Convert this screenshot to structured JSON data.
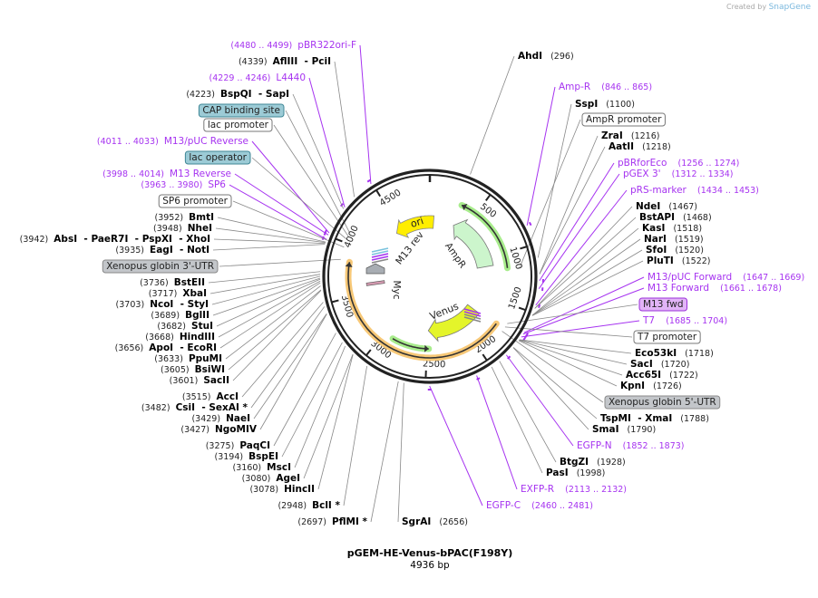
{
  "credit": {
    "prefix": "Created by",
    "brand": "SnapGene"
  },
  "plasmid": {
    "name": "pGEM-HE-Venus-bPAC(F198Y)",
    "length_label": "4936 bp",
    "length": 4936
  },
  "colors": {
    "primer": "#a633f0",
    "line": "#888888",
    "teal_box": "#9ccbd6",
    "gray_box": "#c3c6ca",
    "purple_box": "#e2b4f7",
    "ori": "#ffee00",
    "ampr": "#ccf5cc",
    "venus": "#e4f52a",
    "orange_arc": "#f7c877",
    "green_arc": "#a8ec8c"
  },
  "ticks": [
    "500",
    "1000",
    "1500",
    "2000",
    "2500",
    "3000",
    "3500",
    "4000",
    "4500"
  ],
  "left_labels": [
    {
      "type": "primer",
      "pos": "4480 .. 4499",
      "name": "pBR322ori-F"
    },
    {
      "type": "site",
      "pos": "4339",
      "names": [
        "AflIII",
        "PciI"
      ]
    },
    {
      "type": "primer",
      "pos": "4229 .. 4246",
      "name": "L4440"
    },
    {
      "type": "site",
      "pos": "4223",
      "names": [
        "BspQI",
        "SapI"
      ]
    },
    {
      "type": "feature",
      "name": "CAP binding site",
      "style": "teal"
    },
    {
      "type": "feature",
      "name": "lac promoter",
      "style": "white"
    },
    {
      "type": "primer",
      "pos": "4011 .. 4033",
      "name": "M13/pUC Reverse"
    },
    {
      "type": "feature",
      "name": "lac operator",
      "style": "teal"
    },
    {
      "type": "primer",
      "pos": "3998 .. 4014",
      "name": "M13 Reverse"
    },
    {
      "type": "primer",
      "pos": "3963 .. 3980",
      "name": "SP6"
    },
    {
      "type": "feature",
      "name": "SP6 promoter",
      "style": "white"
    },
    {
      "type": "site",
      "pos": "3952",
      "names": [
        "BmtI"
      ]
    },
    {
      "type": "site",
      "pos": "3948",
      "names": [
        "NheI"
      ]
    },
    {
      "type": "site",
      "pos": "3942",
      "names": [
        "AbsI",
        "PaeR7I",
        "PspXI",
        "XhoI"
      ]
    },
    {
      "type": "site",
      "pos": "3935",
      "names": [
        "EagI",
        "NotI"
      ]
    },
    {
      "type": "feature",
      "name": "Xenopus globin 3'-UTR",
      "style": "gray"
    },
    {
      "type": "site",
      "pos": "3736",
      "names": [
        "BstEII"
      ]
    },
    {
      "type": "site",
      "pos": "3717",
      "names": [
        "XbaI"
      ]
    },
    {
      "type": "site",
      "pos": "3703",
      "names": [
        "NcoI",
        "StyI"
      ]
    },
    {
      "type": "site",
      "pos": "3689",
      "names": [
        "BglII"
      ]
    },
    {
      "type": "site",
      "pos": "3682",
      "names": [
        "StuI"
      ]
    },
    {
      "type": "site",
      "pos": "3668",
      "names": [
        "HindIII"
      ]
    },
    {
      "type": "site",
      "pos": "3656",
      "names": [
        "ApoI",
        "EcoRI"
      ]
    },
    {
      "type": "site",
      "pos": "3633",
      "names": [
        "PpuMI"
      ]
    },
    {
      "type": "site",
      "pos": "3605",
      "names": [
        "BsiWI"
      ]
    },
    {
      "type": "site",
      "pos": "3601",
      "names": [
        "SacII"
      ]
    },
    {
      "type": "site",
      "pos": "3515",
      "names": [
        "AccI"
      ]
    },
    {
      "type": "site",
      "pos": "3482",
      "names": [
        "CsiI",
        "SexAI *"
      ]
    },
    {
      "type": "site",
      "pos": "3429",
      "names": [
        "NaeI"
      ]
    },
    {
      "type": "site",
      "pos": "3427",
      "names": [
        "NgoMIV"
      ]
    },
    {
      "type": "site",
      "pos": "3275",
      "names": [
        "PaqCI"
      ]
    },
    {
      "type": "site",
      "pos": "3194",
      "names": [
        "BspEI"
      ]
    },
    {
      "type": "site",
      "pos": "3160",
      "names": [
        "MscI"
      ]
    },
    {
      "type": "site",
      "pos": "3080",
      "names": [
        "AgeI"
      ]
    },
    {
      "type": "site",
      "pos": "3078",
      "names": [
        "HincII"
      ]
    },
    {
      "type": "site",
      "pos": "2948",
      "names": [
        "BclI *"
      ]
    },
    {
      "type": "site",
      "pos": "2697",
      "names": [
        "PflMI *"
      ]
    }
  ],
  "right_labels": [
    {
      "type": "site",
      "pos": "296",
      "names": [
        "AhdI"
      ]
    },
    {
      "type": "primer",
      "pos": "846 .. 865",
      "name": "Amp-R"
    },
    {
      "type": "site",
      "pos": "1100",
      "names": [
        "SspI"
      ]
    },
    {
      "type": "feature",
      "name": "AmpR promoter",
      "style": "white"
    },
    {
      "type": "site",
      "pos": "1216",
      "names": [
        "ZraI"
      ]
    },
    {
      "type": "site",
      "pos": "1218",
      "names": [
        "AatII"
      ]
    },
    {
      "type": "primer",
      "pos": "1256 .. 1274",
      "name": "pBRforEco"
    },
    {
      "type": "primer",
      "pos": "1312 .. 1334",
      "name": "pGEX 3'"
    },
    {
      "type": "primer",
      "pos": "1434 .. 1453",
      "name": "pRS-marker"
    },
    {
      "type": "site",
      "pos": "1467",
      "names": [
        "NdeI"
      ]
    },
    {
      "type": "site",
      "pos": "1468",
      "names": [
        "BstAPI"
      ]
    },
    {
      "type": "site",
      "pos": "1518",
      "names": [
        "KasI"
      ]
    },
    {
      "type": "site",
      "pos": "1519",
      "names": [
        "NarI"
      ]
    },
    {
      "type": "site",
      "pos": "1520",
      "names": [
        "SfoI"
      ]
    },
    {
      "type": "site",
      "pos": "1522",
      "names": [
        "PluTI"
      ]
    },
    {
      "type": "primer",
      "pos": "1647 .. 1669",
      "name": "M13/pUC Forward"
    },
    {
      "type": "primer",
      "pos": "1661 .. 1678",
      "name": "M13 Forward"
    },
    {
      "type": "feature",
      "name": "M13 fwd",
      "style": "purple"
    },
    {
      "type": "primer",
      "pos": "1685 .. 1704",
      "name": "T7"
    },
    {
      "type": "feature",
      "name": "T7 promoter",
      "style": "white"
    },
    {
      "type": "site",
      "pos": "1718",
      "names": [
        "Eco53kI"
      ]
    },
    {
      "type": "site",
      "pos": "1720",
      "names": [
        "SacI"
      ]
    },
    {
      "type": "site",
      "pos": "1722",
      "names": [
        "Acc65I"
      ]
    },
    {
      "type": "site",
      "pos": "1726",
      "names": [
        "KpnI"
      ]
    },
    {
      "type": "feature",
      "name": "Xenopus globin 5'-UTR",
      "style": "gray"
    },
    {
      "type": "site",
      "pos": "1788",
      "names": [
        "TspMI",
        "XmaI"
      ]
    },
    {
      "type": "site",
      "pos": "1790",
      "names": [
        "SmaI"
      ]
    },
    {
      "type": "primer",
      "pos": "1852 .. 1873",
      "name": "EGFP-N"
    },
    {
      "type": "site",
      "pos": "1928",
      "names": [
        "BtgZI"
      ]
    },
    {
      "type": "site",
      "pos": "1998",
      "names": [
        "PasI"
      ]
    },
    {
      "type": "primer",
      "pos": "2113 .. 2132",
      "name": "EXFP-R"
    },
    {
      "type": "primer",
      "pos": "2460 .. 2481",
      "name": "EGFP-C"
    },
    {
      "type": "site",
      "pos": "2656",
      "names": [
        "SgrAI"
      ]
    }
  ],
  "inner_labels": {
    "ori": "ori",
    "ampr": "AmpR",
    "m13rev": "M13 rev",
    "myc": "Myc",
    "venus": "Venus"
  }
}
